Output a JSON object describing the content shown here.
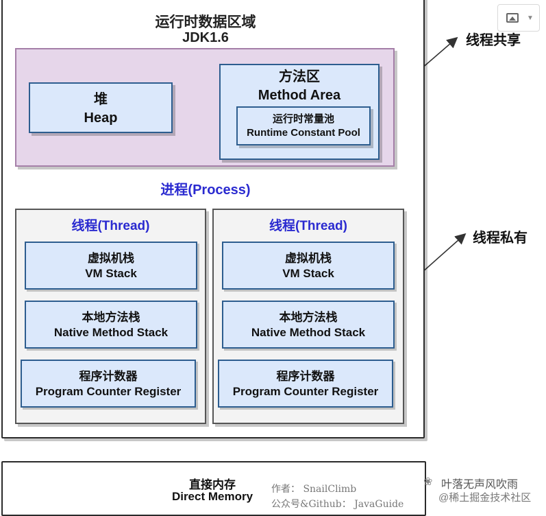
{
  "header": {
    "title": "运行时数据区域",
    "version": "JDK1.6"
  },
  "shared": {
    "heap": {
      "cn": "堆",
      "en": "Heap"
    },
    "method_area": {
      "cn": "方法区",
      "en": "Method Area"
    },
    "constant_pool": {
      "cn": "运行时常量池",
      "en": "Runtime Constant Pool"
    }
  },
  "process_label": "进程(Process)",
  "threads": [
    {
      "title": "线程(Thread)",
      "vm_stack": {
        "cn": "虚拟机栈",
        "en": "VM Stack"
      },
      "native_stack": {
        "cn": "本地方法栈",
        "en": "Native Method Stack"
      },
      "pc_register": {
        "cn": "程序计数器",
        "en": "Program Counter Register"
      }
    },
    {
      "title": "线程(Thread)",
      "vm_stack": {
        "cn": "虚拟机栈",
        "en": "VM Stack"
      },
      "native_stack": {
        "cn": "本地方法栈",
        "en": "Native Method Stack"
      },
      "pc_register": {
        "cn": "程序计数器",
        "en": "Program Counter Register"
      }
    }
  ],
  "labels": {
    "shared": "线程共享",
    "private": "线程私有"
  },
  "direct_memory": {
    "cn": "直接内存",
    "en": "Direct Memory"
  },
  "credits": {
    "author": "作者： SnailClimb",
    "account": "公众号&Github： JavaGuide"
  },
  "watermark": {
    "name": "叶落无声风吹雨",
    "community": "@稀土掘金技术社区"
  },
  "icons": {
    "image": "image-icon",
    "caret": "chevron-down-icon",
    "watermark_logo": "wechat-icon"
  }
}
